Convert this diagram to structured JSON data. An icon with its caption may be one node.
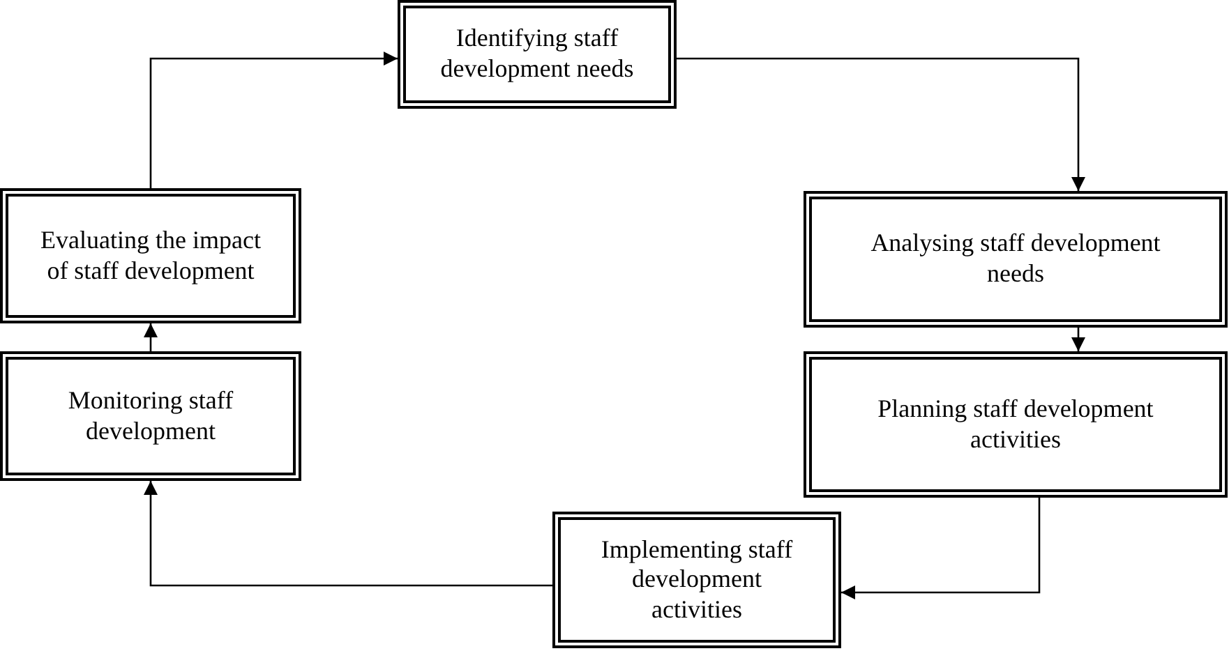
{
  "diagram": {
    "nodes": [
      {
        "text": [
          "Identifying staff development needs"
        ]
      },
      {
        "text": [
          "Analysing staff development needs"
        ]
      },
      {
        "text": [
          "Planning staff development activities"
        ]
      },
      {
        "text": [
          "Implementing staff development activities"
        ]
      },
      {
        "text": [
          "Monitoring staff development"
        ]
      },
      {
        "text": [
          "Evaluating the impact of staff development"
        ]
      }
    ],
    "edges": [
      {
        "from": 0,
        "to": 1,
        "arrow": "to"
      },
      {
        "from": 1,
        "to": 2,
        "arrow": "to"
      },
      {
        "from": 2,
        "to": 3,
        "arrow": "to"
      },
      {
        "from": 3,
        "to": 4,
        "arrow": "to"
      },
      {
        "from": 4,
        "to": 5,
        "arrow": "to"
      },
      {
        "from": 5,
        "to": 0,
        "arrow": "to"
      }
    ]
  }
}
